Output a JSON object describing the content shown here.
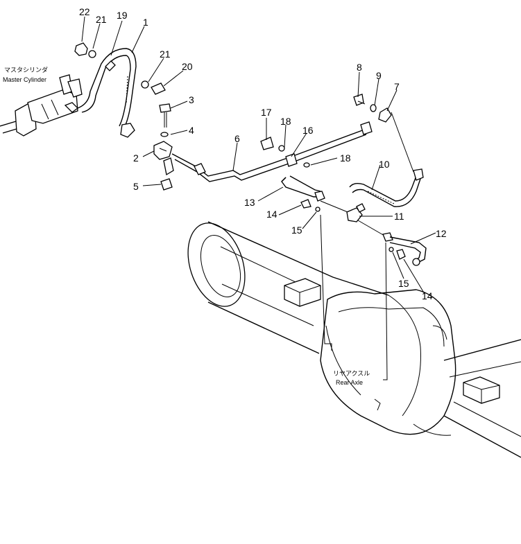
{
  "diagram": {
    "part_numbers": [
      "22",
      "21",
      "19",
      "1",
      "21",
      "20",
      "3",
      "4",
      "2",
      "5",
      "6",
      "17",
      "18",
      "16",
      "18",
      "8",
      "9",
      "7",
      "10",
      "13",
      "14",
      "15",
      "11",
      "12",
      "15",
      "14"
    ],
    "master_cylinder": {
      "jp": "マスタシリンダ",
      "en": "Master Cylinder"
    },
    "rear_axle": {
      "jp": "リヤアクスル",
      "en": "Rear Axle"
    }
  }
}
